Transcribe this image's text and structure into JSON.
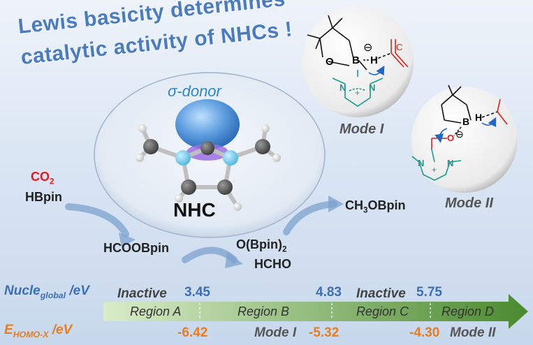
{
  "title": {
    "line1": "Lewis basicity determines",
    "line2": "catalytic activity of NHCs !"
  },
  "center": {
    "sigma_label": "σ-donor",
    "nhc_label": "NHC"
  },
  "reaction": {
    "co2": "CO",
    "co2_sub": "2",
    "hbpin": "HBpin",
    "hcoobpin": "HCOOBpin",
    "obpin2_main": "O(Bpin)",
    "obpin2_sub": "2",
    "hcho": "HCHO",
    "ch3obpin_pre": "CH",
    "ch3obpin_sub": "3",
    "ch3obpin_post": "OBpin"
  },
  "modes": {
    "mode1": "Mode I",
    "mode2": "Mode II",
    "atoms": {
      "B": "B",
      "O": "O",
      "H": "H",
      "C": "C",
      "N": "N",
      "minus": "⊖",
      "plus": "+"
    }
  },
  "scale": {
    "nucle_main": "Nucle",
    "nucle_sub": "global",
    "nucle_unit": " /eV",
    "ehomo_main": "E",
    "ehomo_sub": "HOMO-X",
    "ehomo_unit": " /eV",
    "inactive_left": "Inactive",
    "val_345": "3.45",
    "val_483": "4.83",
    "inactive_right": "Inactive",
    "val_575": "5.75",
    "regions": [
      "Region A",
      "Region B",
      "Region C",
      "Region D"
    ],
    "val_642": "-6.42",
    "mode_i": "Mode I",
    "val_532": "-5.32",
    "val_430": "-4.30",
    "mode_ii": "Mode II"
  },
  "colors": {
    "title_blue": "#4a7bbd",
    "co2_red": "#e31b1b",
    "nitrogen_teal": "#1a9a8c",
    "value_orange": "#e87c1e",
    "arrow_green": "#5a9a3c"
  }
}
